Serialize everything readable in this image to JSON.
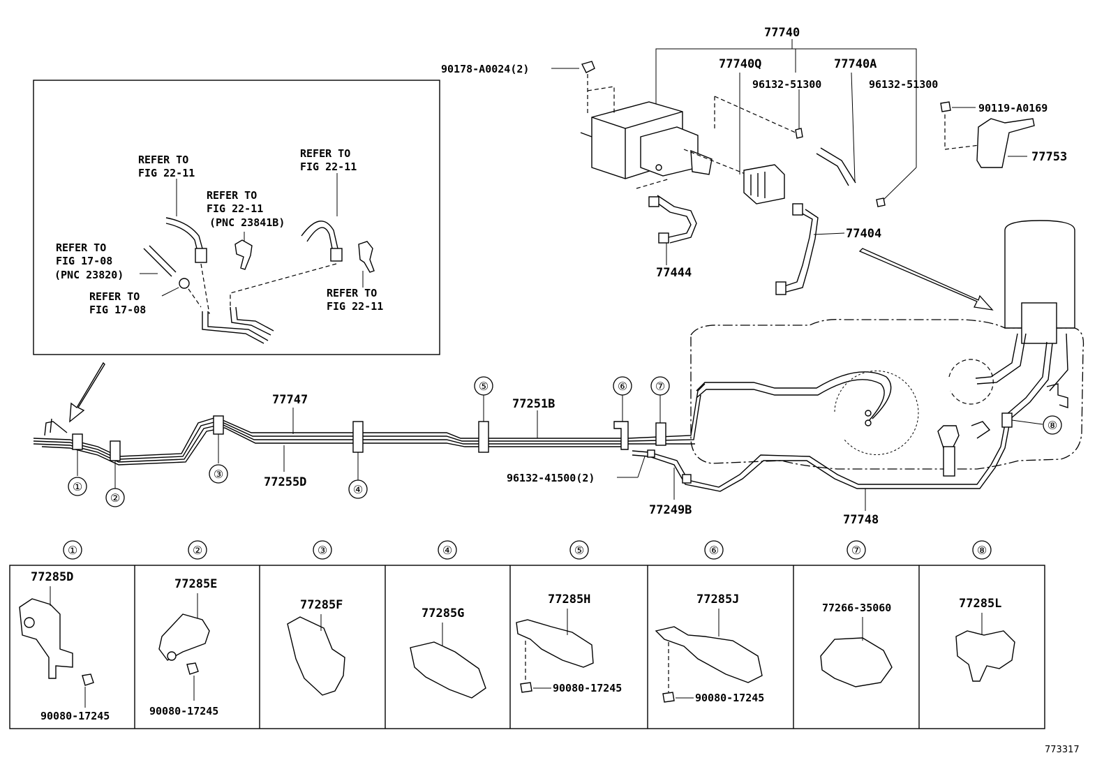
{
  "figure_id": "773317",
  "callouts": {
    "c77740": "77740",
    "c77740Q": "77740Q",
    "c77740A": "77740A",
    "c96132_51300_a": "96132-51300",
    "c96132_51300_b": "96132-51300",
    "c90178": "90178-A0024(2)",
    "c90119": "90119-A0169",
    "c77753": "77753",
    "c77444": "77444",
    "c77404": "77404",
    "c77747": "77747",
    "c77255D": "77255D",
    "c77251B": "77251B",
    "c96132_41500": "96132-41500(2)",
    "c77249B": "77249B",
    "c77748": "77748"
  },
  "inset_refs": {
    "r1_l1": "REFER TO",
    "r1_l2": "FIG 22-11",
    "r2_l1": "REFER TO",
    "r2_l2": "FIG 22-11",
    "r2_l3": "(PNC 23841B)",
    "r3_l1": "REFER TO",
    "r3_l2": "FIG 22-11",
    "r4_l1": "REFER TO",
    "r4_l2": "FIG 17-08",
    "r4_l3": "(PNC 23820)",
    "r5_l1": "REFER TO",
    "r5_l2": "FIG 17-08",
    "r6_l1": "REFER TO",
    "r6_l2": "FIG 22-11"
  },
  "clamp_markers": [
    "①",
    "②",
    "③",
    "④",
    "⑤",
    "⑥",
    "⑦",
    "⑧"
  ],
  "table": {
    "headers": [
      "①",
      "②",
      "③",
      "④",
      "⑤",
      "⑥",
      "⑦",
      "⑧"
    ],
    "cells": [
      {
        "part": "77285D",
        "nut": "90080-17245"
      },
      {
        "part": "77285E",
        "nut": "90080-17245"
      },
      {
        "part": "77285F",
        "nut": ""
      },
      {
        "part": "77285G",
        "nut": ""
      },
      {
        "part": "77285H",
        "nut": "90080-17245"
      },
      {
        "part": "77285J",
        "nut": "90080-17245"
      },
      {
        "part": "77266-35060",
        "nut": ""
      },
      {
        "part": "77285L",
        "nut": ""
      }
    ]
  }
}
